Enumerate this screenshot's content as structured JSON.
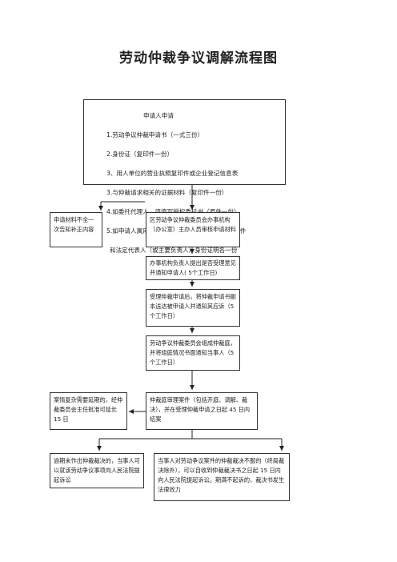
{
  "title": "劳动仲裁争议调解流程图",
  "nodes": {
    "apply": {
      "heading": "申请人申请",
      "items": [
        "1.劳动争议仲裁申请书（一式三份）",
        "2.身份证（复印件一份）",
        "3、用人单位的营业执照复印件或企业登记信息表",
        "3.与仲裁请求相关的证据材料（复印件一份）",
        "4.如委托代理人，须填写授权委托书（原件一份）",
        "5.如申请人属用人单位的须提交企业营业执照复印件",
        "和法定代表人（或主要负责人）身份证明各一份"
      ]
    },
    "review": "区劳动争议仲裁委员会办事机构（办公室）主办人员审核申请材料",
    "incomplete": "申请材料不全一次告知补正内容",
    "decide": "办事机构负责人提出是否受理意见并通知申请人( 5个工作日)",
    "deliver": "受理仲裁申请后，将仲裁申请书副本送达被申请人并通知其应诉（5个工作日）",
    "tribunal": "劳动争议仲裁委员会组成仲裁庭，并将组庭情况书面通知当事人（5个工作日）",
    "extend": "案情复杂需要延期的，经仲裁委员会主任批准可延长 15 日",
    "hearing": "仲裁庭审理案件（包括开庭、调解、裁决），并在受理仲裁申请之日起 45 日内结案",
    "overdue": "逾期未作出仲裁裁决的，当事人可以就该劳动争议事项向人民法院提起诉讼",
    "lawsuit": "当事人对劳动争议案件的仲裁裁决不服的（终局裁决除外），可以自收到仲裁裁决书之日起 15 日内向人民法院提起诉讼。期满不起诉的，裁决书发生法律效力"
  }
}
